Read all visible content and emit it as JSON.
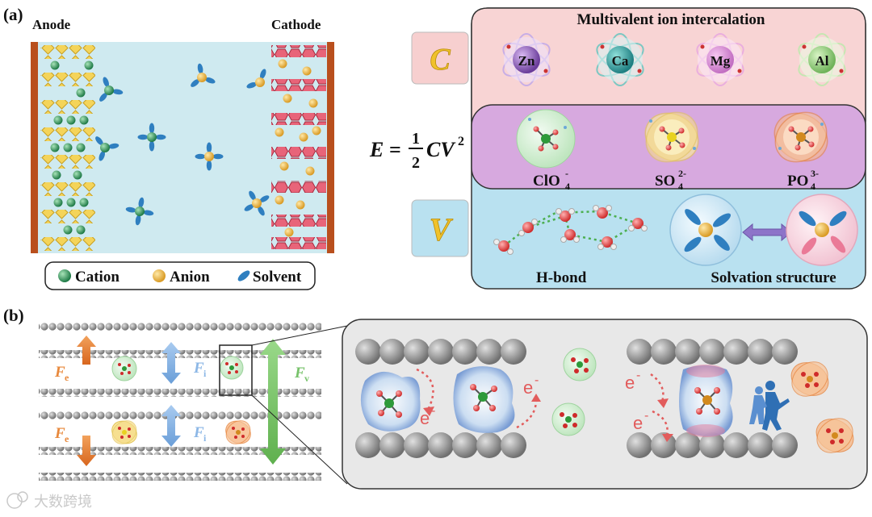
{
  "panel_a": {
    "label": "(a)",
    "anode_label": "Anode",
    "cathode_label": "Cathode",
    "legend": {
      "cation": "Cation",
      "anion": "Anion",
      "solvent": "Solvent"
    },
    "equation": {
      "lhs": "E",
      "equals": "=",
      "num": "1",
      "den": "2",
      "rhs": "CV",
      "exp": "2"
    },
    "c_letter": "C",
    "v_letter": "V",
    "multivalent_title": "Multivalent ion intercalation",
    "ions": [
      "Zn",
      "Ca",
      "Mg",
      "Al"
    ],
    "anions": [
      {
        "base": "ClO",
        "sub": "4",
        "sup": "-"
      },
      {
        "base": "SO",
        "sub": "4",
        "sup": "2-"
      },
      {
        "base": "PO",
        "sub": "4",
        "sup": "3-"
      }
    ],
    "hbond_label": "H-bond",
    "solvation_label": "Solvation structure"
  },
  "panel_b": {
    "label": "(b)",
    "fe": {
      "base": "F",
      "sub": "e"
    },
    "fi": {
      "base": "F",
      "sub": "i"
    },
    "fv": {
      "base": "F",
      "sub": "v"
    },
    "electron": {
      "base": "e",
      "sup": "-"
    }
  },
  "watermark": "大数跨境",
  "colors": {
    "electrolyte": "#cfeaf0",
    "cathode_hex": "#e05a6f",
    "anode_diamond": "#f4d45a",
    "current_collector": "#b94f1d",
    "c_box": "#f8d4d4",
    "anion_box": "#d7a9df",
    "v_box": "#b9e1f0",
    "fe_arrow": "#e8883b",
    "fi_arrow": "#8cb7e6",
    "fv_arrow": "#77c26a",
    "electron_red": "#e25c5c"
  }
}
